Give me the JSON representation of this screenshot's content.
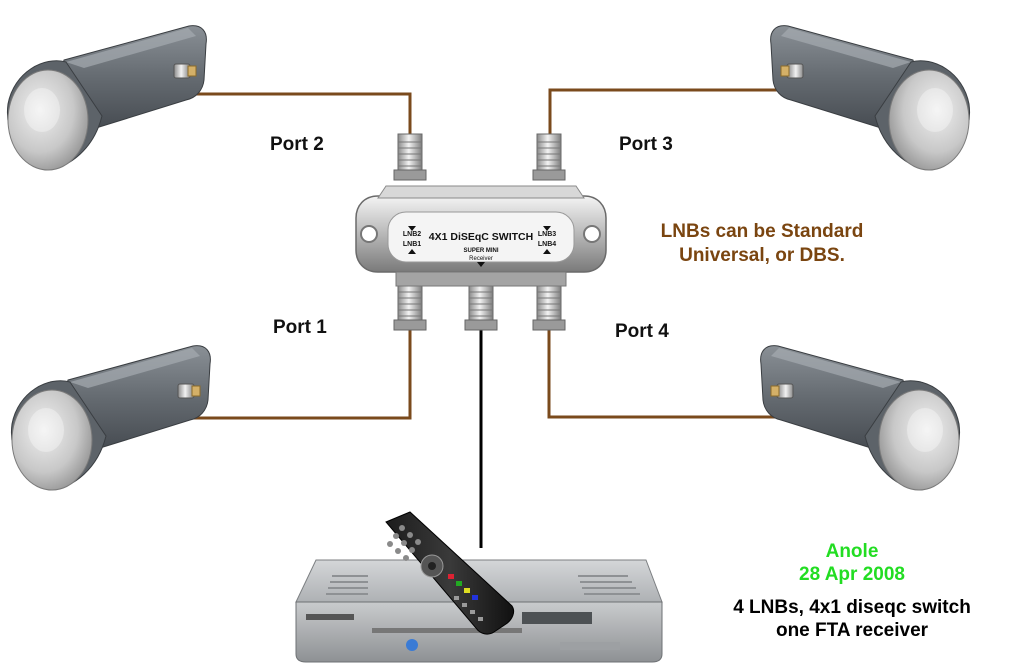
{
  "ports": {
    "port1": "Port 1",
    "port2": "Port 2",
    "port3": "Port 3",
    "port4": "Port 4"
  },
  "switch": {
    "title": "4X1 DiSEqC SWITCH",
    "lnb1": "LNB1",
    "lnb2": "LNB2",
    "lnb3": "LNB3",
    "lnb4": "LNB4",
    "subtitle": "SUPER MINI",
    "receiver_label": "Receiver"
  },
  "note": {
    "line1": "LNBs can be Standard",
    "line2": "Universal, or DBS."
  },
  "credit": {
    "author": "Anole",
    "date": "28 Apr 2008"
  },
  "caption": {
    "line1": "4 LNBs, 4x1 diseqc switch",
    "line2": "one FTA receiver"
  },
  "colors": {
    "coax_lnb": "#7a4a1c",
    "coax_receiver": "#000000",
    "note_text": "#7a4510",
    "credit_text": "#22dd22"
  }
}
